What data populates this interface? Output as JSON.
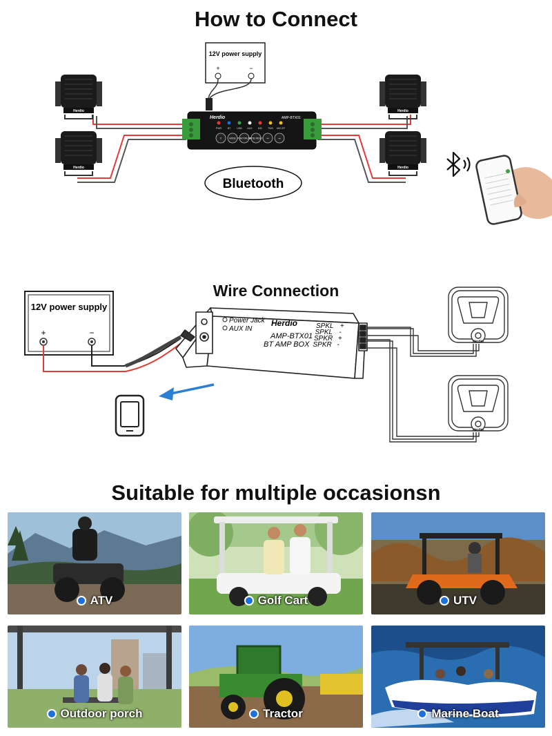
{
  "section1": {
    "title": "How to Connect",
    "power_label": "12V power supply",
    "plus": "+",
    "minus": "−",
    "brand": "Herdio",
    "model": "AMP-BTX01",
    "bluetooth_label": "Bluetooth",
    "speaker_brand": "Herdio",
    "led_labels": [
      "PWR",
      "BT",
      "USB",
      "AUX",
      "MIC",
      "TWS",
      "MIC-EF"
    ],
    "button_labels": [
      "X",
      "MODE",
      "PLAY/ PAUSE",
      "MUTE/ RESET",
      "⏮",
      "⏭"
    ]
  },
  "section2": {
    "title": "Wire Connection",
    "power_label": "12V power supply",
    "plus": "+",
    "minus": "−",
    "power_jack": "Power Jack",
    "aux_in": "AUX IN",
    "brand": "Herdio",
    "model": "AMP-BTX01",
    "box_label": "BT AMP BOX",
    "terminals": [
      {
        "label": "SPKL",
        "sign": "+"
      },
      {
        "label": "SPKL",
        "sign": "-"
      },
      {
        "label": "SPKR",
        "sign": "+"
      },
      {
        "label": "SPKR",
        "sign": "-"
      }
    ],
    "speaker_brand": "Herdio"
  },
  "section3": {
    "title": "Suitable for multiple occasionsn",
    "occasions": [
      {
        "label": "ATV"
      },
      {
        "label": "Golf Cart"
      },
      {
        "label": "UTV"
      },
      {
        "label": "Outdoor porch"
      },
      {
        "label": "Tractor"
      },
      {
        "label": "Marine Boat"
      }
    ]
  },
  "colors": {
    "accent_blue": "#1e6fd9",
    "wire_red": "#e53935",
    "terminal_green": "#3a9b3a",
    "amp_black": "#111111"
  }
}
